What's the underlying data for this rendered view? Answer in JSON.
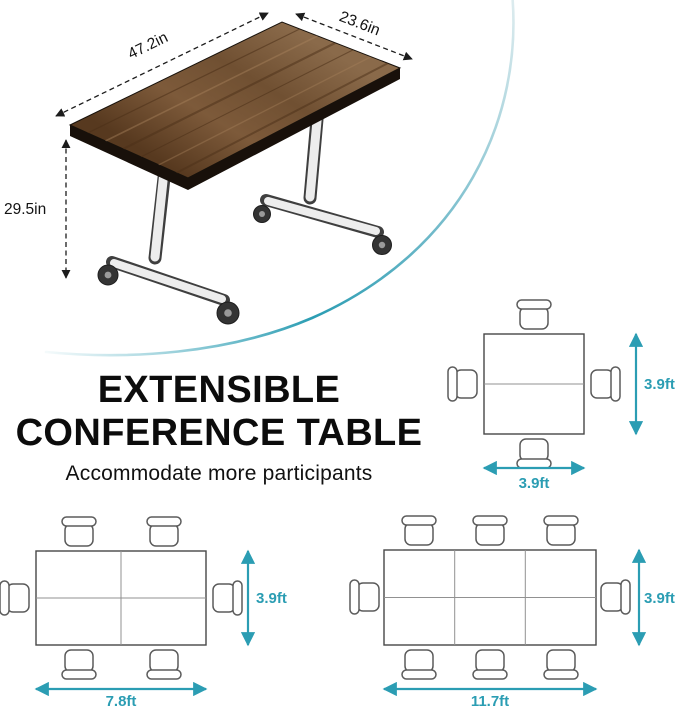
{
  "colors": {
    "accent": "#2b9db3",
    "ink": "#111111",
    "wood": "#6a4a2e"
  },
  "hero": {
    "length_label": "47.2in",
    "depth_label": "23.6in",
    "height_label": "29.5in"
  },
  "headline": {
    "line1": "EXTENSIBLE",
    "line2": "CONFERENCE TABLE",
    "subtitle": "Accommodate more participants"
  },
  "diagrams": [
    {
      "id": "square-4-seat",
      "seats": 4,
      "width_label": "3.9ft",
      "height_label": "3.9ft"
    },
    {
      "id": "rect-6-seat",
      "seats": 6,
      "width_label": "7.8ft",
      "height_label": "3.9ft"
    },
    {
      "id": "rect-8-seat",
      "seats": 8,
      "width_label": "11.7ft",
      "height_label": "3.9ft"
    }
  ]
}
